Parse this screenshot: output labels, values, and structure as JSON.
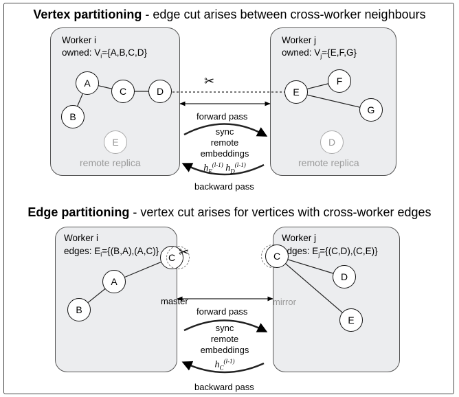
{
  "vertex": {
    "title_bold": "Vertex partitioning",
    "title_rest": " - edge cut arises between cross-worker neighbours",
    "worker_i": {
      "name": "Worker i",
      "owned_prefix": "owned: V",
      "owned_sub": "i",
      "owned_set": "={A,B,C,D}",
      "replica_node": "E",
      "replica_label": "remote replica"
    },
    "worker_j": {
      "name": "Worker j",
      "owned_prefix": "owned: V",
      "owned_sub": "j",
      "owned_set": "={E,F,G}",
      "replica_node": "D",
      "replica_label": "remote replica"
    },
    "nodes_i": [
      "A",
      "B",
      "C",
      "D"
    ],
    "nodes_j": [
      "E",
      "F",
      "G"
    ],
    "forward_label": "forward pass",
    "backward_label": "backward pass",
    "sync_lines": [
      "sync",
      "remote",
      "embeddings"
    ],
    "emb_h1": "h",
    "emb_sub1": "E",
    "emb_sup1": "(l-1)",
    "emb_h2": "h",
    "emb_sub2": "D",
    "emb_sup2": "(l-1)"
  },
  "edge": {
    "title_bold": "Edge partitioning",
    "title_rest": " - vertex cut arises for vertices with cross-worker edges",
    "worker_i": {
      "name": "Worker i",
      "edges_prefix": "edges: E",
      "edges_sub": "i",
      "edges_set": "={(B,A),(A,C)}",
      "master_label": "master"
    },
    "worker_j": {
      "name": "Worker j",
      "edges_prefix": "edges: E",
      "edges_sub": "j",
      "edges_set": "={(C,D),(C,E)}",
      "mirror_label": "mirror"
    },
    "nodes_i": [
      "A",
      "B",
      "C"
    ],
    "nodes_j": [
      "C",
      "D",
      "E"
    ],
    "forward_label": "forward pass",
    "backward_label": "backward pass",
    "sync_lines": [
      "sync",
      "remote",
      "embeddings"
    ],
    "emb_h": "h",
    "emb_sub": "C",
    "emb_sup": "(l-1)"
  },
  "colors": {
    "panel": "#ecedef",
    "faded": "#9a9a9a"
  },
  "icons": [
    "scissors-icon"
  ]
}
